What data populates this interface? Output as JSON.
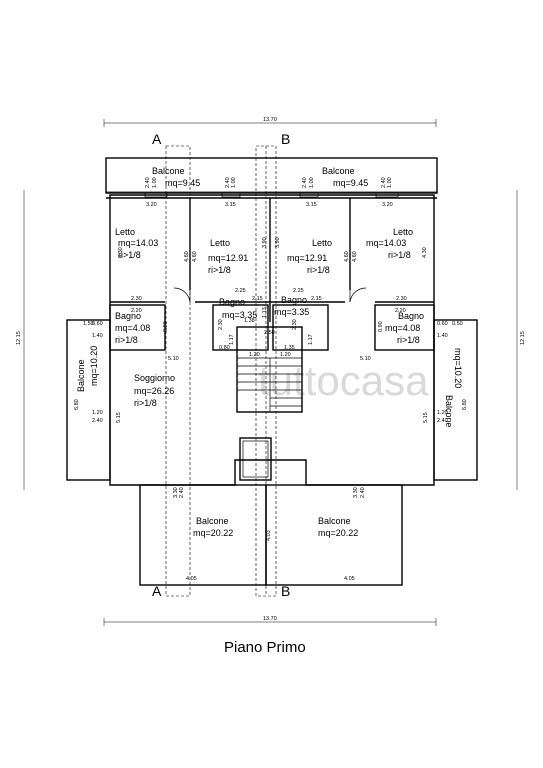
{
  "drawing": {
    "title": "Piano Primo",
    "watermark": "tuttocasa",
    "sections": {
      "a": "A",
      "b": "B"
    },
    "overall_width": "13.70",
    "overall_depth": "12.15"
  },
  "rooms": {
    "balcone_top_left": {
      "name": "Balcone",
      "area": "mq=9.45"
    },
    "balcone_top_right": {
      "name": "Balcone",
      "area": "mq=9.45"
    },
    "letto_outer_left": {
      "name": "Letto",
      "area": "mq=14.03",
      "ratio": "ri>1/8"
    },
    "letto_inner_left": {
      "name": "Letto",
      "area": "mq=12.91",
      "ratio": "ri>1/8"
    },
    "letto_inner_right": {
      "name": "Letto",
      "area": "mq=12.91",
      "ratio": "ri>1/8"
    },
    "letto_outer_right": {
      "name": "Letto",
      "area": "mq=14.03",
      "ratio": "ri>1/8"
    },
    "bagno_outer_left": {
      "name": "Bagno",
      "area": "mq=4.08",
      "ratio": "ri>1/8"
    },
    "bagno_inner_left": {
      "name": "Bagno",
      "area": "mq=3.35"
    },
    "bagno_inner_right": {
      "name": "Bagno",
      "area": "mq=3.35"
    },
    "bagno_outer_right": {
      "name": "Bagno",
      "area": "mq=4.08",
      "ratio": "ri>1/8"
    },
    "soggiorno": {
      "name": "Soggiorno",
      "area": "mq=26.26",
      "ratio": "ri>1/8"
    },
    "balcone_side_left": {
      "name": "Balcone",
      "area": "mq=10.20"
    },
    "balcone_side_right": {
      "name": "Balcone",
      "area": "mq=10.20"
    },
    "balcone_bottom_left": {
      "name": "Balcone",
      "area": "mq=20.22"
    },
    "balcone_bottom_right": {
      "name": "Balcone",
      "area": "mq=20.22"
    }
  },
  "dimensions": {
    "d_100": "1.00",
    "d_240": "2.40",
    "d_320": "3.20",
    "d_315": "3.15",
    "d_430": "4.30",
    "d_460": "4.60",
    "d_390": "3.90",
    "d_230": "2.30",
    "d_225": "2.25",
    "d_215": "2.15",
    "d_220": "2.20",
    "d_050": "0.50",
    "d_060": "0.60",
    "d_150": "1.50",
    "d_140": "1.40",
    "d_510": "5.10",
    "d_080": "0.80",
    "d_117": "1.17",
    "d_090": "0.90",
    "d_250": "2.50",
    "d_120": "1.20",
    "d_138": "1.38",
    "d_135": "1.35",
    "d_113": "1.13",
    "d_680": "6.80",
    "d_515": "5.15",
    "d_330": "3.30",
    "d_403": "4.03",
    "d_405": "4.05"
  }
}
